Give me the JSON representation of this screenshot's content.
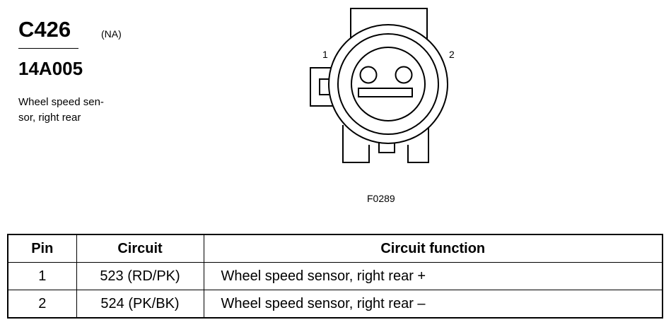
{
  "header": {
    "connector_id": "C426",
    "availability": "(NA)",
    "part_number": "14A005",
    "description_line1": "Wheel speed sen-",
    "description_line2": "sor, right rear"
  },
  "diagram": {
    "pin1_label": "1",
    "pin2_label": "2",
    "figure_id": "F0289"
  },
  "table": {
    "headers": [
      "Pin",
      "Circuit",
      "Circuit function"
    ],
    "rows": [
      {
        "pin": "1",
        "circuit": "523 (RD/PK)",
        "function": "Wheel speed sensor, right rear +"
      },
      {
        "pin": "2",
        "circuit": "524 (PK/BK)",
        "function": "Wheel speed sensor, right rear –"
      }
    ]
  }
}
